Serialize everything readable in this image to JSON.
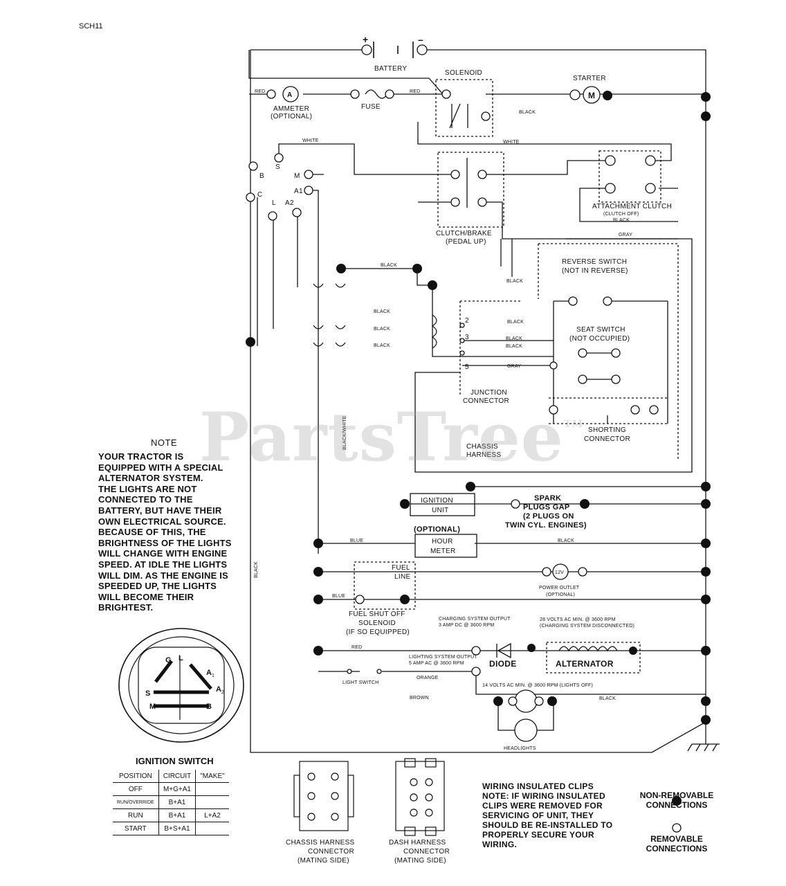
{
  "sheet_id": "SCH11",
  "watermark": "PartsTree",
  "watermark_tm": "TM",
  "components": {
    "battery": "BATTERY",
    "plus": "+",
    "minus": "–",
    "solenoid": "SOLENOID",
    "starter": "STARTER",
    "starter_symbol": "M",
    "ammeter": "AMMETER",
    "ammeter_optional": "(OPTIONAL)",
    "ammeter_symbol": "A",
    "fuse": "FUSE",
    "clutch_brake": "CLUTCH/BRAKE",
    "clutch_brake_sub": "(PEDAL UP)",
    "attachment_clutch": "ATTACHMENT CLUTCH",
    "attachment_clutch_sub": "(CLUTCH OFF)",
    "reverse_switch": "REVERSE SWITCH",
    "reverse_switch_sub": "(NOT IN REVERSE)",
    "seat_switch": "SEAT SWITCH",
    "seat_switch_sub": "(NOT OCCUPIED)",
    "junction_connector_1": "JUNCTION",
    "junction_connector_2": "CONNECTOR",
    "shorting_connector_1": "SHORTING",
    "shorting_connector_2": "CONNECTOR",
    "chassis_harness_1": "CHASSIS",
    "chassis_harness_2": "HARNESS",
    "ignition_unit_1": "IGNITION",
    "ignition_unit_2": "UNIT",
    "spark_1": "SPARK",
    "spark_2": "PLUGS GAP",
    "spark_3": "(2 PLUGS ON",
    "spark_4": "TWIN CYL. ENGINES)",
    "hour_meter_opt": "(OPTIONAL)",
    "hour_meter_1": "HOUR",
    "hour_meter_2": "METER",
    "fuel_line_1": "FUEL",
    "fuel_line_2": "LINE",
    "power_outlet_1": "POWER OUTLET",
    "power_outlet_2": "(OPTIONAL)",
    "power_outlet_symbol": "12V",
    "fuel_solenoid_1": "FUEL SHUT OFF",
    "fuel_solenoid_2": "SOLENOID",
    "fuel_solenoid_3": "(IF SO EQUIPPED)",
    "charging_1": "CHARGING SYSTEM OUTPUT",
    "charging_2": "3 AMP DC @ 3600 RPM",
    "volts_ac_1": "28 VOLTS AC MIN. @ 3600 RPM",
    "volts_ac_2": "(CHARGING SYSTEM DISCONNECTED)",
    "lighting_1": "LIGHTING SYSTEM OUTPUT",
    "lighting_2": "5 AMP AC @ 3600 RPM",
    "diode": "DIODE",
    "alternator": "ALTERNATOR",
    "volts_ac_3": "14 VOLTS AC MIN. @ 3600 RPM (LIGHTS OFF)",
    "light_switch": "LIGHT SWITCH",
    "headlights": "HEADLIGHTS",
    "ignition_switch_title": "IGNITION SWITCH",
    "chassis_conn_1": "CHASSIS HARNESS",
    "chassis_conn_2": "CONNECTOR",
    "chassis_conn_3": "(MATING SIDE)",
    "dash_conn_1": "DASH HARNESS",
    "dash_conn_2": "CONNECTOR",
    "dash_conn_3": "(MATING SIDE)"
  },
  "terminals": {
    "S": "S",
    "B": "B",
    "M": "M",
    "A1": "A1",
    "C": "C",
    "L": "L",
    "A2": "A2",
    "sw_G": "G",
    "sw_L": "L",
    "sw_A1": "A",
    "sw_A1_sub": "1",
    "sw_A2": "A",
    "sw_A2_sub": "2",
    "sw_S": "S",
    "sw_M": "M",
    "sw_B": "B",
    "j2": "2",
    "j3": "3",
    "j5": "5"
  },
  "wires": {
    "red1": "RED",
    "red2": "RED",
    "red3": "RED",
    "white1": "WHITE",
    "white2": "WHITE",
    "black1": "BLACK",
    "black2": "BLACK",
    "black3": "BLACK",
    "black4": "BLACK",
    "black5": "BLACK",
    "black6": "BLACK",
    "black7": "BLACK",
    "black8": "BLACK",
    "black9": "BLACK",
    "black10": "BLACK",
    "black11": "BLACK",
    "black12": "BLACK",
    "black_white": "BLACK/WHITE",
    "black_long": "BLACK",
    "gray1": "GRAY",
    "gray2": "GRAY",
    "blue1": "BLUE",
    "blue2": "BLUE",
    "orange": "ORANGE",
    "brown": "BROWN"
  },
  "note": {
    "title": "NOTE",
    "lines": [
      "YOUR TRACTOR IS",
      "EQUIPPED WITH A SPECIAL",
      "ALTERNATOR SYSTEM.",
      "THE LIGHTS ARE NOT",
      "CONNECTED TO THE",
      "BATTERY, BUT HAVE THEIR",
      "OWN ELECTRICAL SOURCE.",
      "BECAUSE OF THIS, THE",
      "BRIGHTNESS OF THE LIGHTS",
      "WILL CHANGE WITH ENGINE",
      "SPEED.  AT IDLE THE LIGHTS",
      "WILL DIM.  AS THE ENGINE IS",
      "SPEEDED UP, THE LIGHTS",
      "WILL BECOME THEIR",
      "BRIGHTEST."
    ]
  },
  "ignition_table": {
    "headers": [
      "POSITION",
      "CIRCUIT",
      "\"MAKE\""
    ],
    "rows": [
      [
        "OFF",
        "M+G+A1",
        ""
      ],
      [
        "RUN/OVERRIDE",
        "B+A1",
        ""
      ],
      [
        "RUN",
        "B+A1",
        "L+A2"
      ],
      [
        "START",
        "B+S+A1",
        ""
      ]
    ]
  },
  "wiring_note": [
    "WIRING INSULATED CLIPS",
    "NOTE: IF WIRING INSULATED",
    "CLIPS WERE REMOVED FOR",
    "SERVICING OF UNIT, THEY",
    "SHOULD BE RE-INSTALLED TO",
    "PROPERLY SECURE YOUR",
    "WIRING."
  ],
  "legend": {
    "non_removable_1": "NON-REMOVABLE",
    "non_removable_2": "CONNECTIONS",
    "removable_1": "REMOVABLE",
    "removable_2": "CONNECTIONS"
  }
}
